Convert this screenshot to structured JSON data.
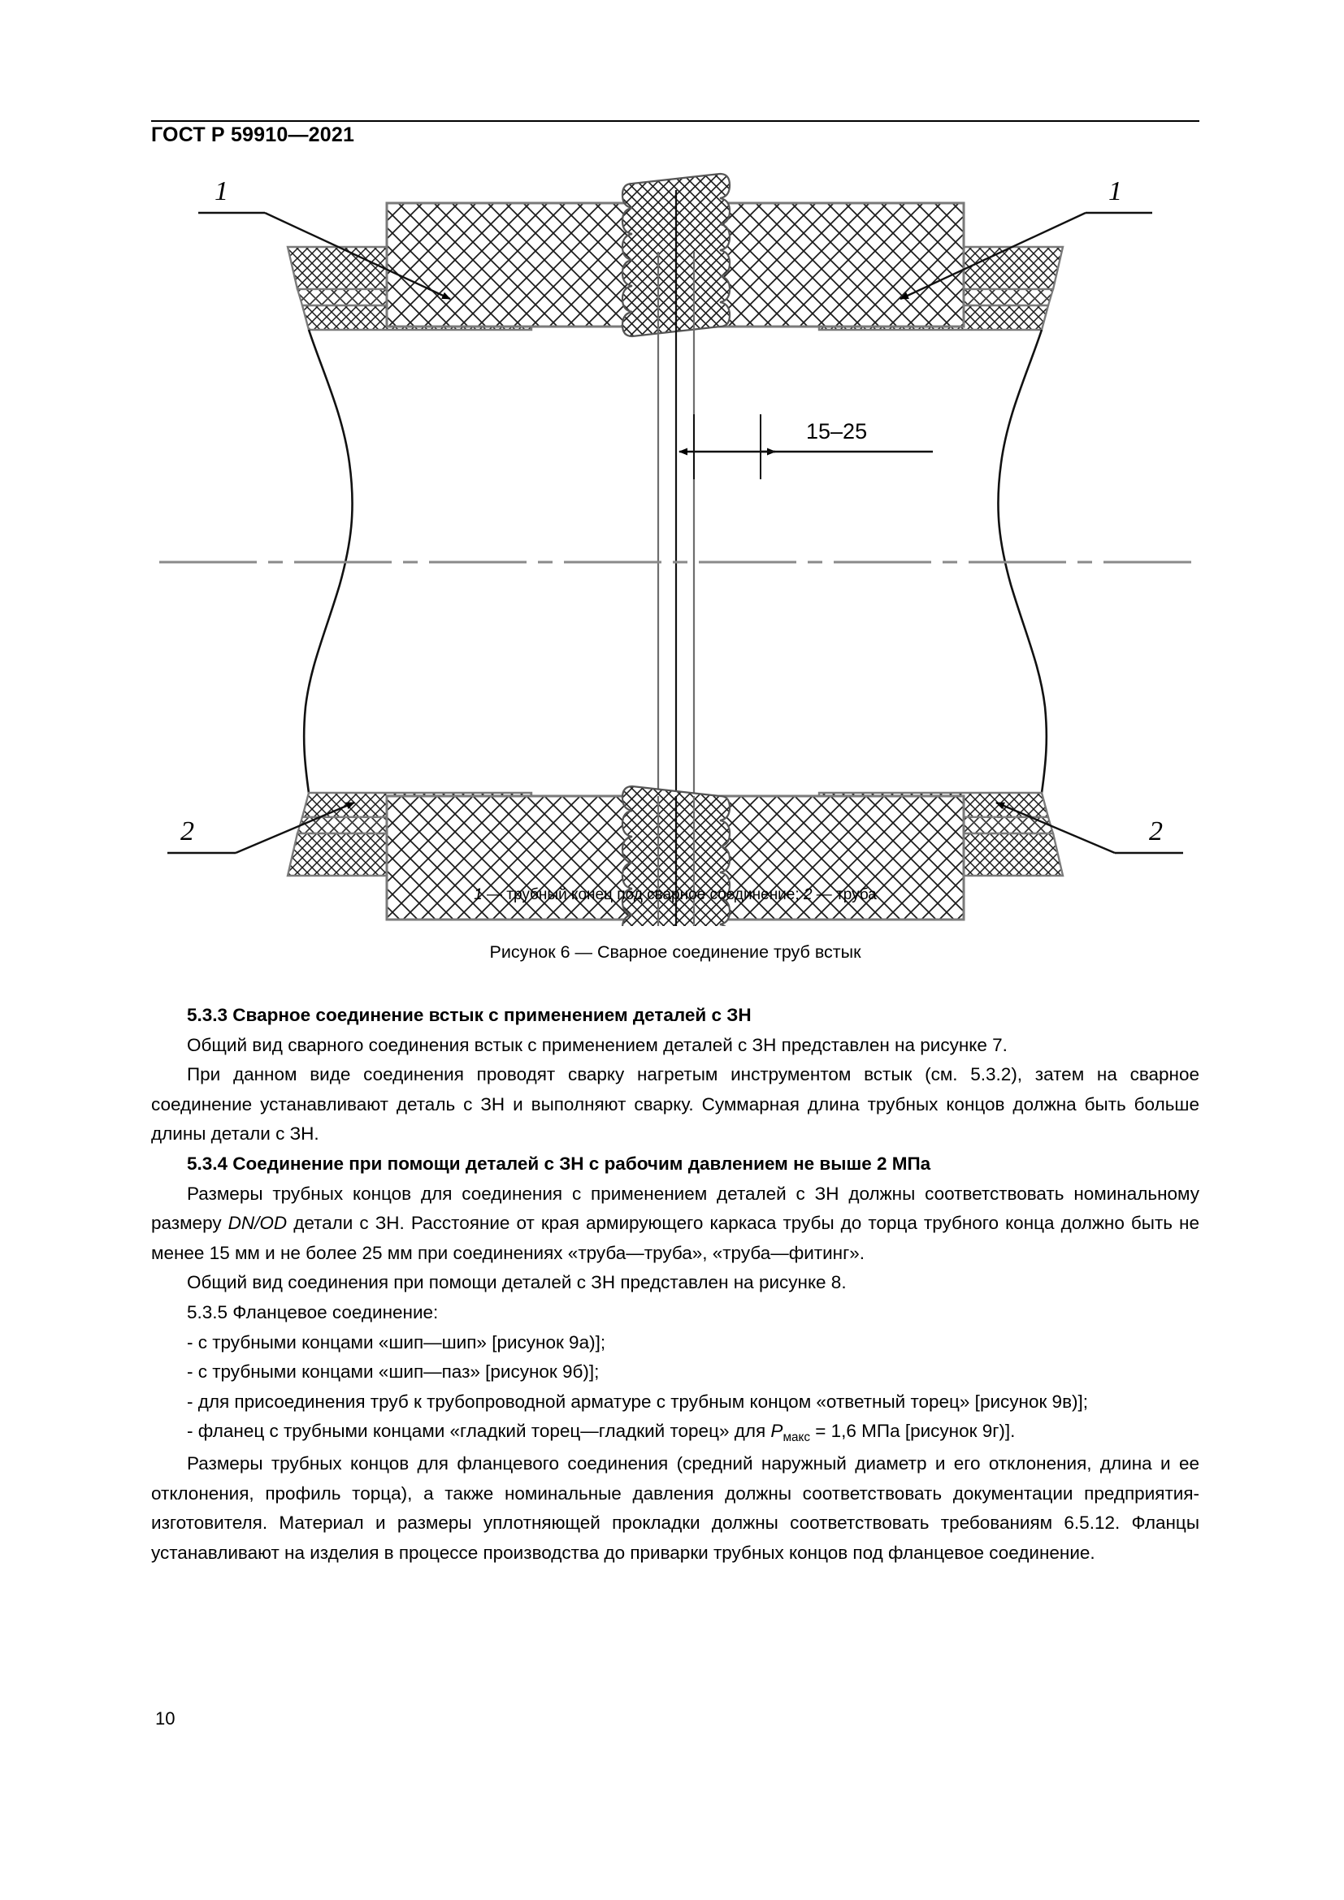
{
  "document": {
    "standard_header": "ГОСТ Р 59910—2021",
    "page_number": "10"
  },
  "figure": {
    "label_1_left": "1",
    "label_1_right": "1",
    "label_2_left": "2",
    "label_2_right": "2",
    "dimension_text": "15–25",
    "legend": "1 — трубный конец под сварное соединение; 2 — труба",
    "legend_item_1_num": "1",
    "legend_item_1_text": " — трубный конец под сварное соединение; ",
    "legend_item_2_num": "2",
    "legend_item_2_text": " — труба",
    "title": "Рисунок 6 — Сварное соединение труб встык"
  },
  "body": {
    "heading_533": "5.3.3 Сварное соединение встык с применением деталей с ЗН",
    "para_533_1": "Общий вид сварного соединения встык с применением деталей с ЗН представлен на рисунке 7.",
    "para_533_2": "При данном виде соединения проводят сварку нагретым инструментом встык (см. 5.3.2), затем на сварное соединение устанавливают деталь с ЗН и выполняют сварку. Суммарная длина трубных концов должна быть больше длины детали с ЗН.",
    "heading_534": "5.3.4 Соединение при помощи деталей с ЗН с рабочим давлением не выше 2 МПа",
    "para_534_1_a": "Размеры трубных концов для соединения с применением деталей с ЗН должны соответствовать номинальному размеру ",
    "para_534_1_italic": "DN/OD",
    "para_534_1_b": " детали с ЗН. Расстояние от края армирующего каркаса трубы до торца трубного конца должно быть не менее 15 мм и не более 25 мм при соединениях «труба—труба», «труба—фитинг».",
    "para_534_2": "Общий вид  соединения при помощи деталей с ЗН представлен на рисунке 8.",
    "para_535_intro": "5.3.5 Фланцевое соединение:",
    "list_item_1": "- с трубными концами «шип—шип» [рисунок 9а)];",
    "list_item_2": "- с трубными концами «шип—паз» [рисунок 9б)];",
    "list_item_3": "- для присоединения труб к трубопроводной арматуре с трубным концом «ответный торец» [рисунок 9в)];",
    "list_item_4_a": "- фланец с трубными концами «гладкий торец—гладкий торец» для ",
    "list_item_4_symbol": "P",
    "list_item_4_subscript": "макс",
    "list_item_4_b": " = 1,6 МПа [рисунок 9г)].",
    "para_final": "Размеры трубных концов для фланцевого соединения (средний наружный диаметр и его отклонения, длина и ее отклонения, профиль торца), а также номинальные давления должны соответствовать документации предприятия-изготовителя. Материал и размеры уплотняющей прокладки должны соответствовать требованиям 6.5.12. Фланцы устанавливают на изделия в процессе производства до приварки трубных концов под фланцевое соединение."
  },
  "colors": {
    "text": "#000000",
    "line": "#000000",
    "gray_line": "#888888",
    "background": "#ffffff"
  }
}
